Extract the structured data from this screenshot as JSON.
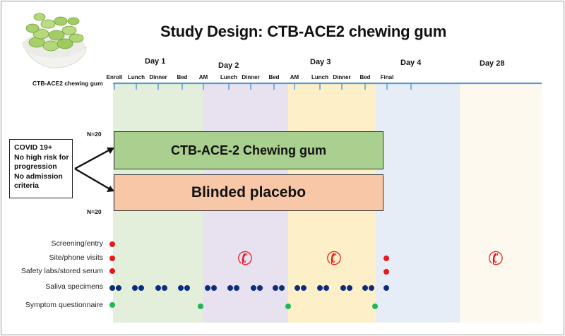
{
  "title": "Study Design: CTB-ACE2 chewing gum",
  "days": [
    "Day 1",
    "Day 2",
    "Day 3",
    "Day 4",
    "Day 28"
  ],
  "timepoints": [
    "Enroll",
    "Lunch",
    "Dinner",
    "Bed",
    "AM",
    "Lunch",
    "Dinner",
    "Bed",
    "AM",
    "Lunch",
    "Dinner",
    "Bed",
    "Final"
  ],
  "timeline_label": "CTB-ACE2 chewing gum",
  "inclusion_criteria": [
    "COVID 19+",
    "No high risk for",
    "progression",
    "No admission",
    "criteria"
  ],
  "arms": [
    {
      "n": "N=20",
      "label": "CTB-ACE-2 Chewing gum",
      "color": "#a9d08e"
    },
    {
      "n": "N=20",
      "label": "Blinded placebo",
      "color": "#f7c7a8"
    }
  ],
  "row_labels": [
    "Screening/entry",
    "Site/phone visits",
    "Safety labs/stored serum",
    "Saliva specimens",
    "Symptom questionnaire"
  ],
  "colors": {
    "timeline": "#5b9bd5",
    "red_dot": "#e8191a",
    "saliva_dot": "#0d2c7d",
    "questionnaire_dot": "#1db954",
    "phone": "#e8191a",
    "day1_band": "#e3eedb",
    "day2_band": "#e7e1f0",
    "day3_band": "#fdf0c9",
    "day4_band": "#e6edf7",
    "day28_band": "#fdf9ef"
  },
  "icons": {
    "visit": "phone-icon",
    "photo": "chewing-gum-tablets-image"
  }
}
